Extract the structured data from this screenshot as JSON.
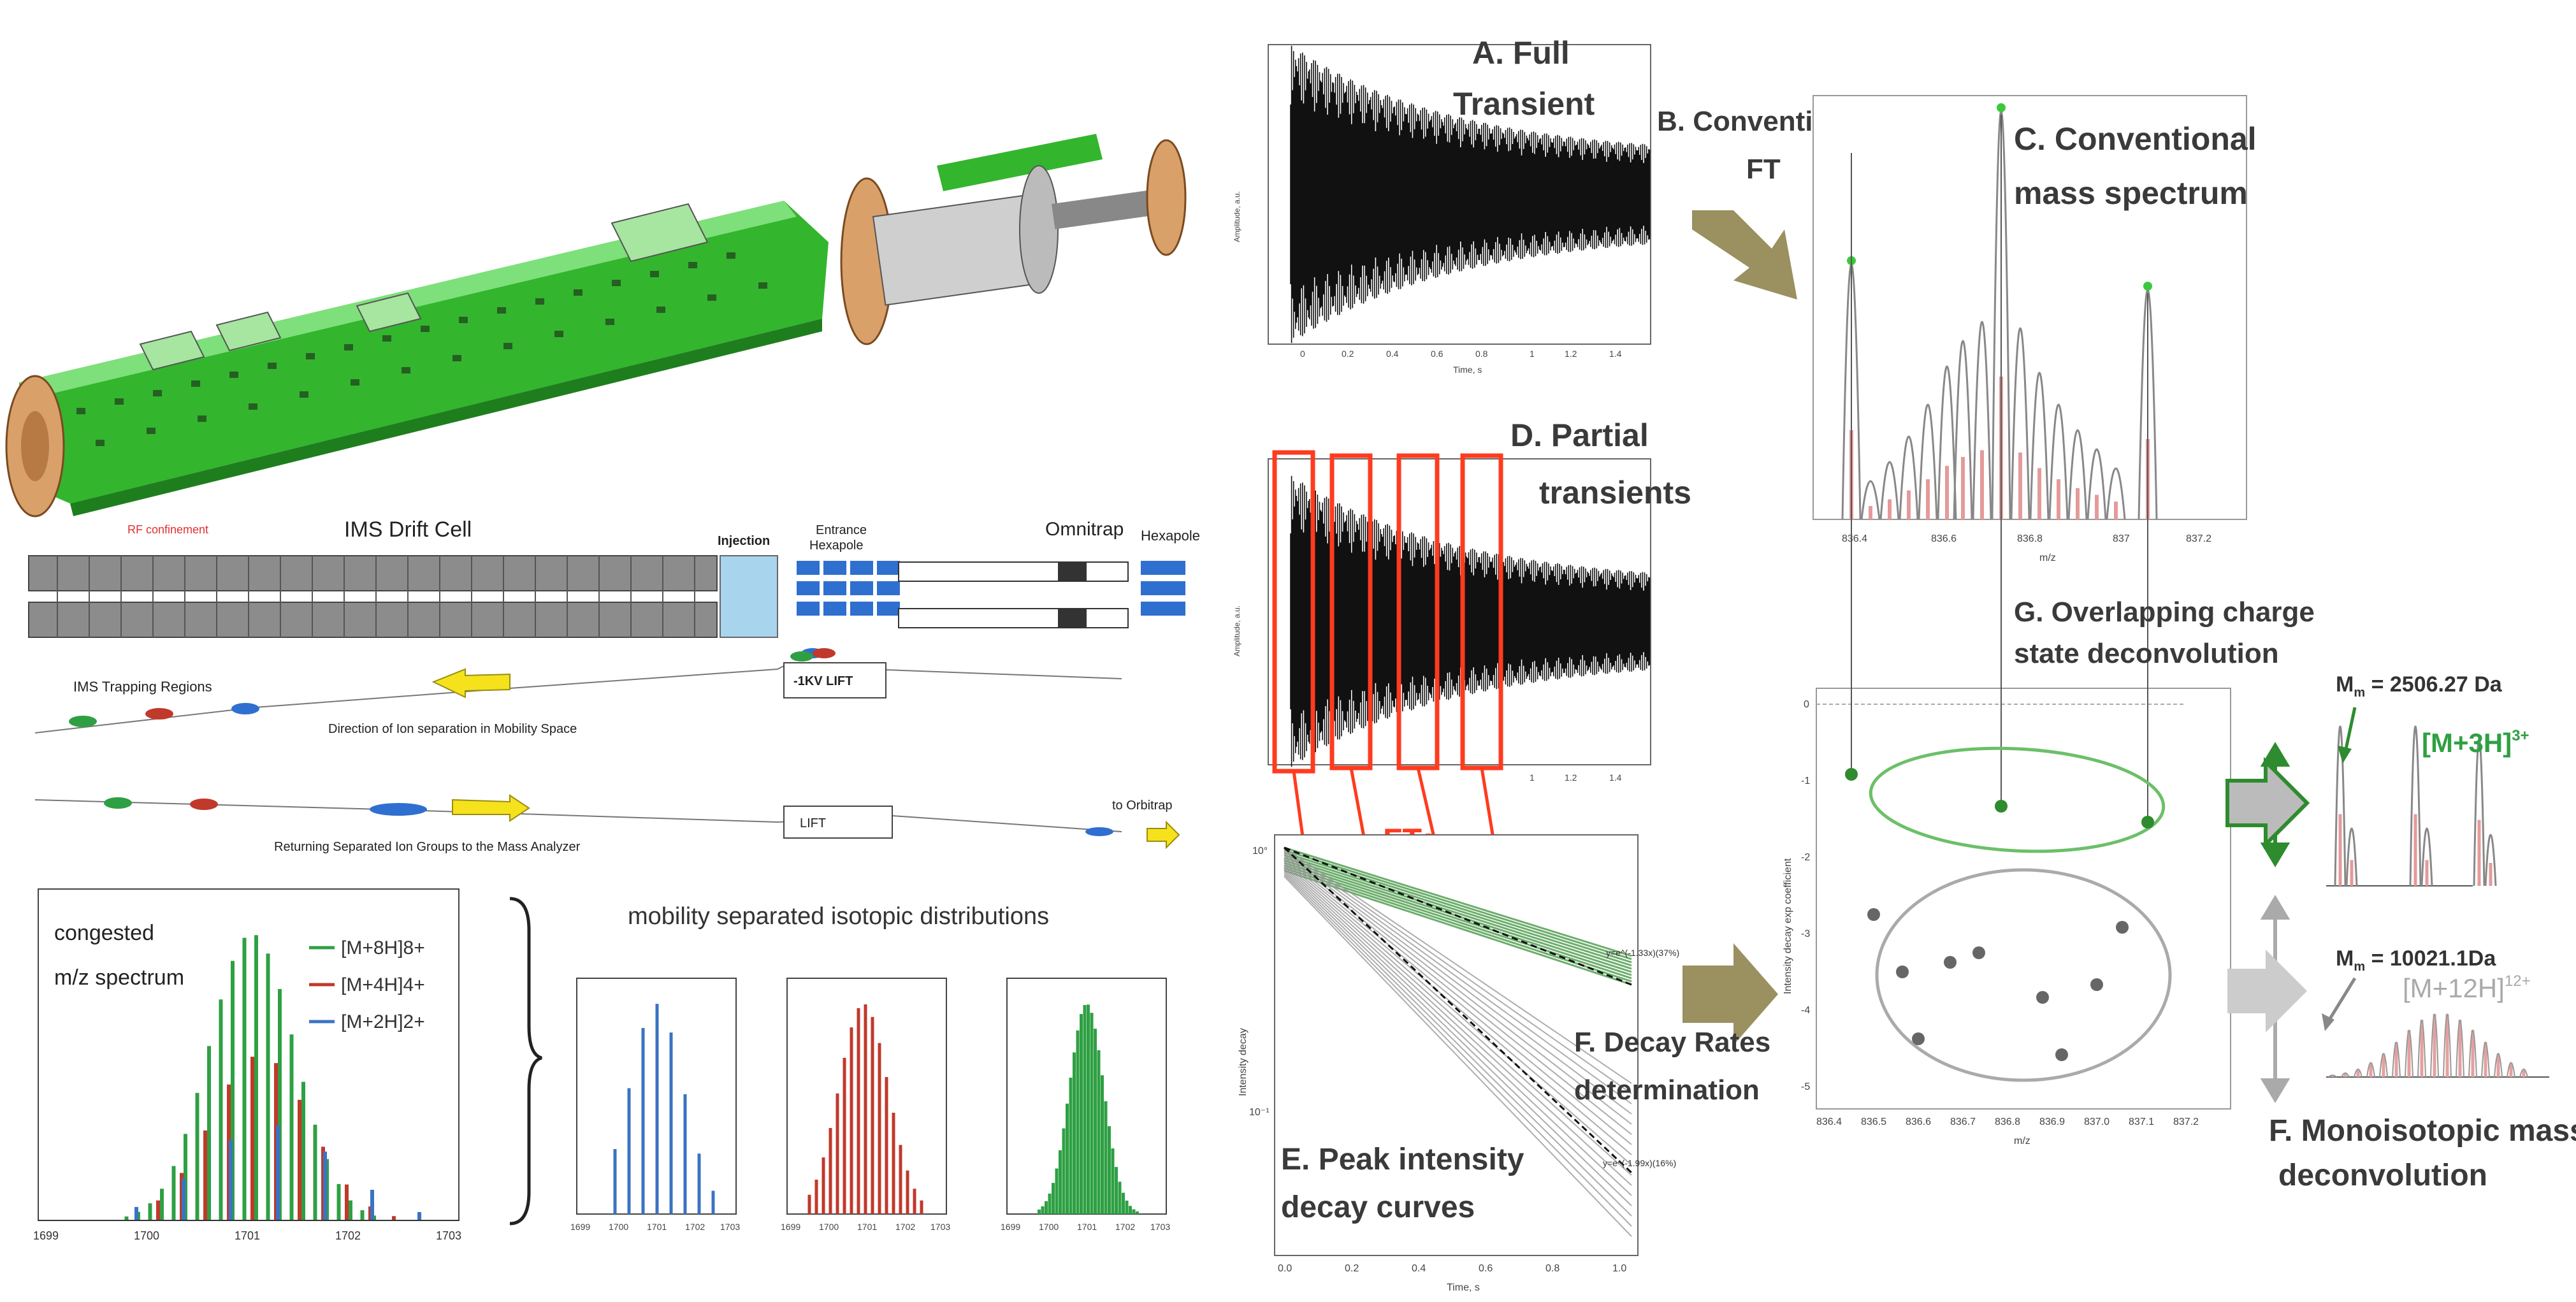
{
  "labels": {
    "a": [
      "A. Full",
      "Transient"
    ],
    "b": [
      "B. Conventional",
      "FT"
    ],
    "c": [
      "C. Conventional",
      "mass spectrum"
    ],
    "d": [
      "D. Partial",
      "transients"
    ],
    "e": [
      "E. Peak intensity",
      "decay curves"
    ],
    "f1": [
      "F. Decay Rates",
      "determination"
    ],
    "g": [
      "G. Overlapping charge",
      "state deconvolution"
    ],
    "f2": [
      "F. Monoisotopic mass",
      "deconvolution"
    ],
    "fts": "FTs"
  },
  "instrument": {
    "ims_drift_cell": "IMS Drift Cell",
    "rf_confinement": "RF confinement",
    "injection": "Injection",
    "entrance_hexapole": [
      "Entrance",
      "Hexapole"
    ],
    "omnitrap": "Omnitrap",
    "hexapole": "Hexapole",
    "ims_trapping_regions": "IMS Trapping Regions",
    "direction_text": "Direction of Ion separation in Mobility Space",
    "lift_1": "-1KV LIFT",
    "lift_2": "LIFT",
    "to_orbitrap": "to Orbitrap",
    "returning_text": "Returning Separated Ion Groups to the Mass Analyzer"
  },
  "congested": {
    "label": [
      "congested",
      "m/z spectrum"
    ],
    "legend": [
      "[M+8H]8+",
      "[M+4H]4+",
      "[M+2H]2+"
    ],
    "ticks": [
      "1699",
      "1700",
      "1701",
      "1702",
      "1703"
    ]
  },
  "mobility": {
    "title": "mobility separated isotopic distributions",
    "ticks": [
      "1699",
      "1700",
      "1701",
      "1702",
      "1703"
    ]
  },
  "conv_ms": {
    "ticks": [
      "836.4",
      "836.6",
      "836.8",
      "837",
      "837.2"
    ],
    "xlabel": "m/z"
  },
  "transient": {
    "ticks": [
      "0",
      "0.2",
      "0.4",
      "0.6",
      "0.8",
      "1",
      "1.2",
      "1.4"
    ],
    "xlabel": "Time, s",
    "ylabel": "Amplitude, a.u."
  },
  "decay": {
    "ylabel": "Intensity decay",
    "xlabel": "Time, s",
    "ticks": [
      "0.0",
      "0.2",
      "0.4",
      "0.6",
      "0.8",
      "1.0"
    ],
    "y_top": "10°",
    "y_bot": "10⁻¹",
    "fit1": "y=e^(-1.33x)(37%)",
    "fit2": "y=e^(-1.99x)(16%)"
  },
  "deconv": {
    "ylabel": "Intensity decay exp coefficient",
    "xlabel": "m/z",
    "xticks": [
      "836.4",
      "836.5",
      "836.6",
      "836.7",
      "836.8",
      "836.9",
      "837.0",
      "837.1",
      "837.2"
    ],
    "yticks": [
      "0",
      "-1",
      "-2",
      "-3",
      "-4",
      "-5"
    ]
  },
  "mono": {
    "mass1_prefix": "M",
    "mass1_sub": "m",
    "mass1": " = 2506.27 Da",
    "ion1": "[M+3H]",
    "ion1_sup": "3+",
    "mass2_prefix": "M",
    "mass2_sub": "m",
    "mass2": " = 10021.1Da",
    "ion2": "[M+12H]",
    "ion2_sup": "12+"
  },
  "colors": {
    "green": "#2ea043",
    "red": "#c0392b",
    "blue": "#3b73c4",
    "arrow": "#9a9060",
    "gray": "#bbbbbb",
    "box_red": "#ff3b1f"
  }
}
